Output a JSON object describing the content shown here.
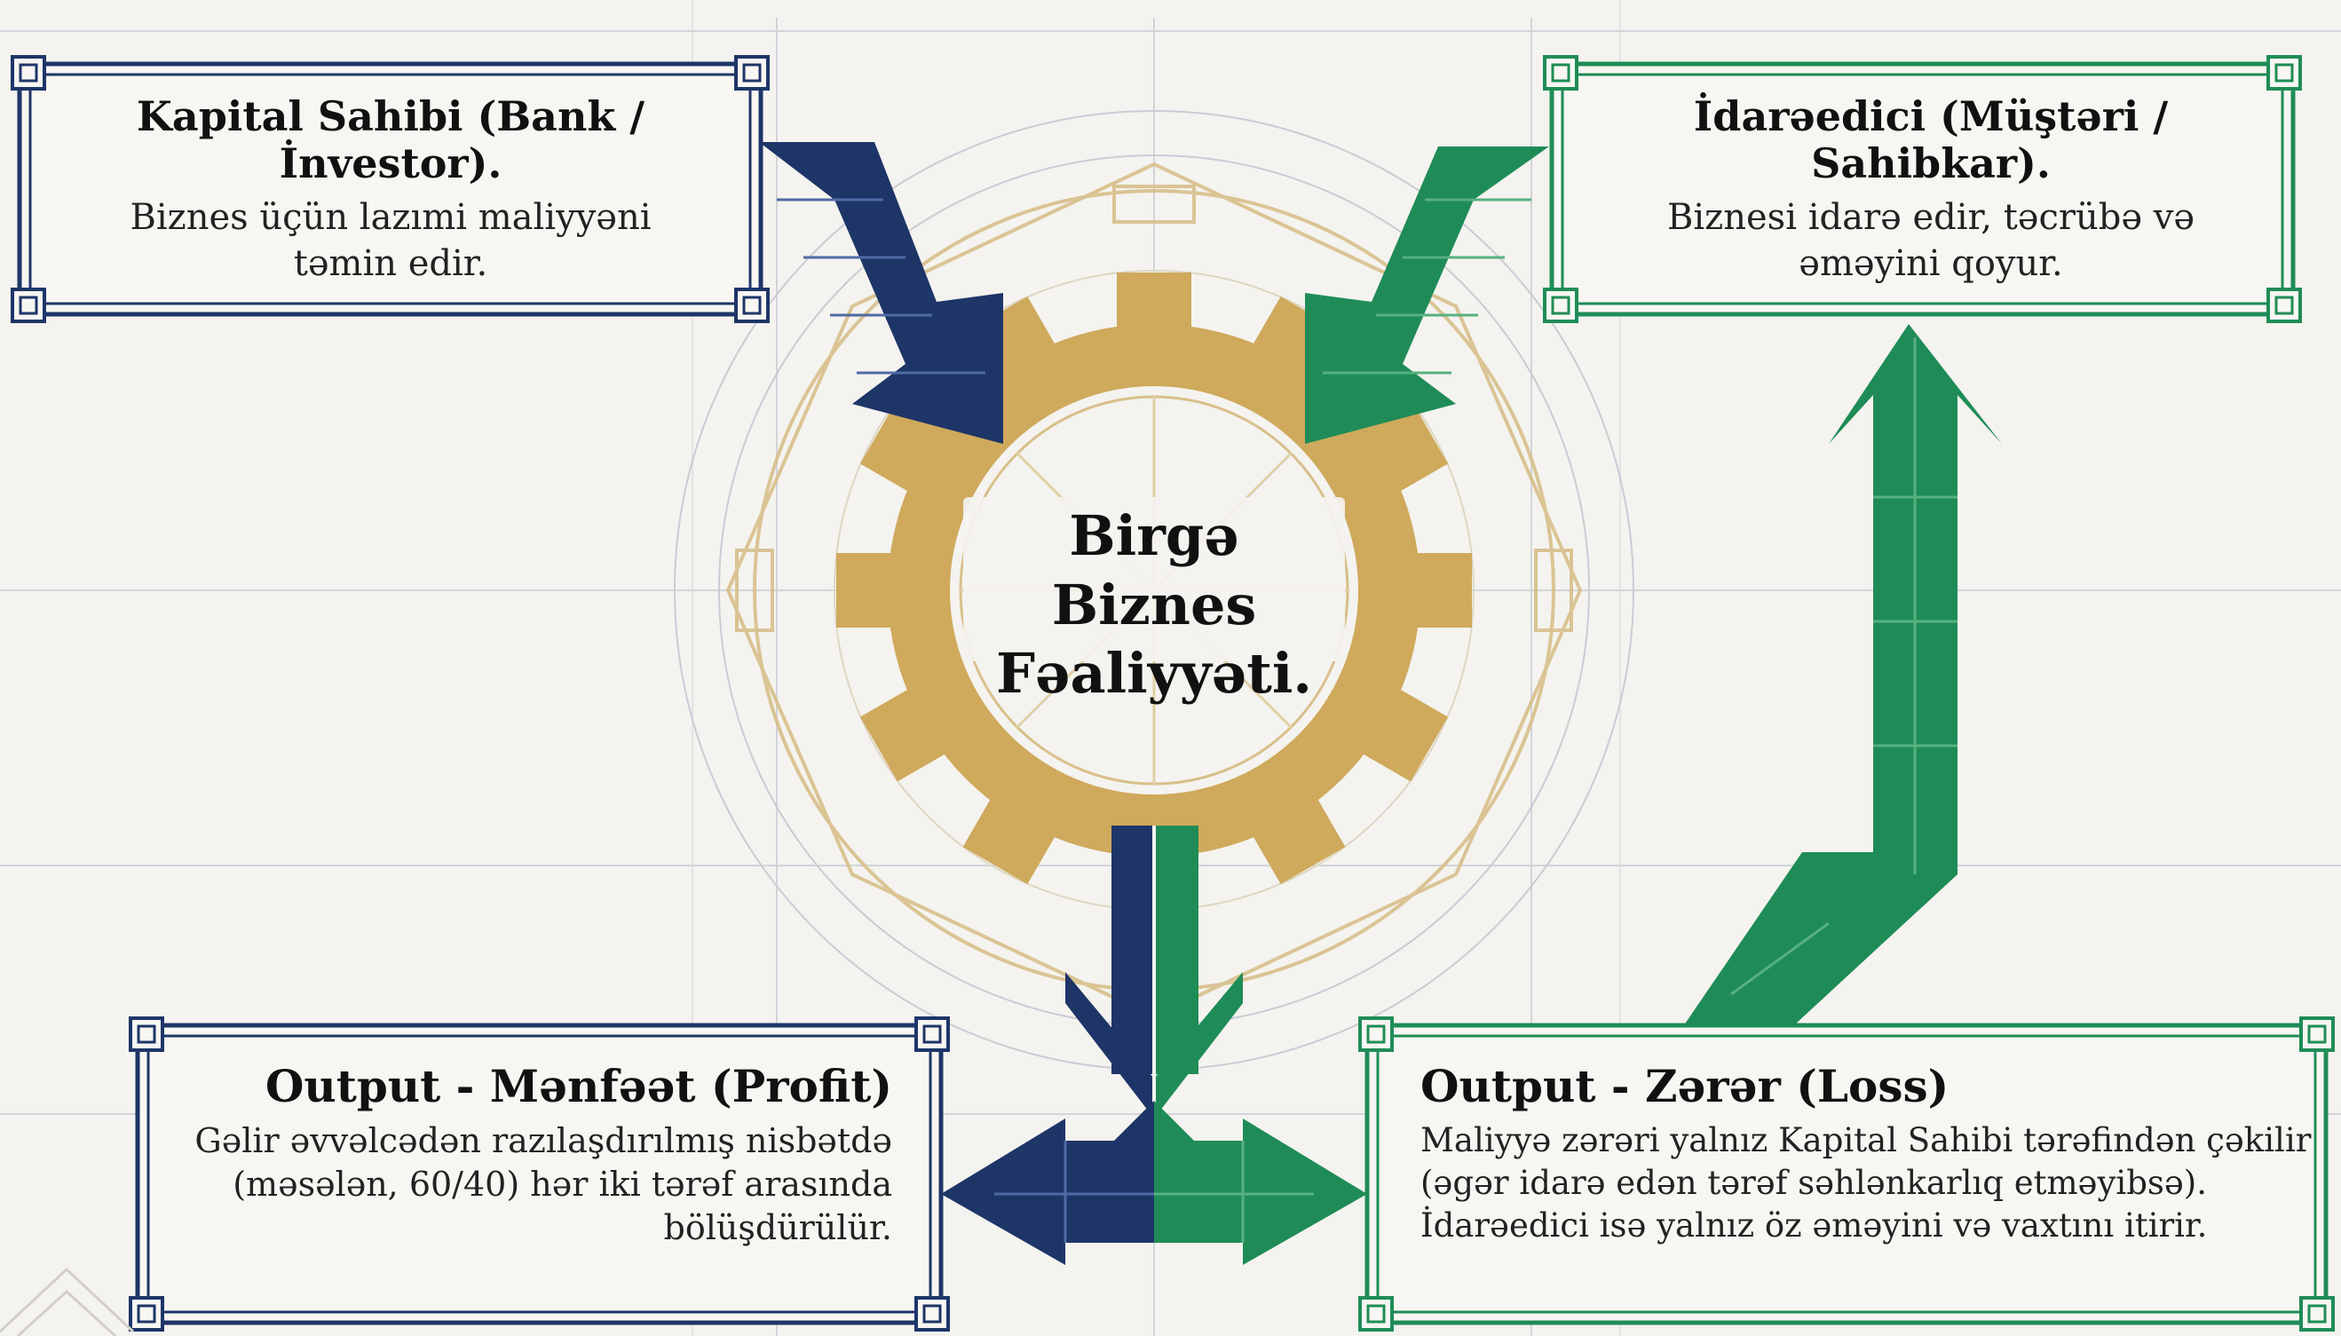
{
  "colors": {
    "background": "#f4f3ef",
    "navy": "#1e3568",
    "green": "#1f8c57",
    "gold": "#cfa95c",
    "grid": "#c9ccd4"
  },
  "center": {
    "title": "Birgə Biznes Fəaliyyəti."
  },
  "capital_owner": {
    "title": "Kapital Sahibi (Bank / İnvestor).",
    "text": "Biznes üçün lazımi maliyyəni təmin edir."
  },
  "manager": {
    "title": "İdarəedici (Müştəri / Sahibkar).",
    "text": "Biznesi idarə edir, təcrübə və əməyini qoyur."
  },
  "profit": {
    "title": "Output - Mənfəət (Profit)",
    "text": "Gəlir əvvəlcədən razılaşdırılmış nisbətdə (məsələn, 60/40) hər iki tərəf arasında bölüşdürülür."
  },
  "loss": {
    "title": "Output - Zərər (Loss)",
    "text": "Maliyyə zərəri yalnız Kapital Sahibi tərəfindən çəkilir (əgər idarə edən tərəf səhlənkarlıq etməyibsə). İdarəedici isə yalnız öz əməyini və vaxtını itirir."
  }
}
